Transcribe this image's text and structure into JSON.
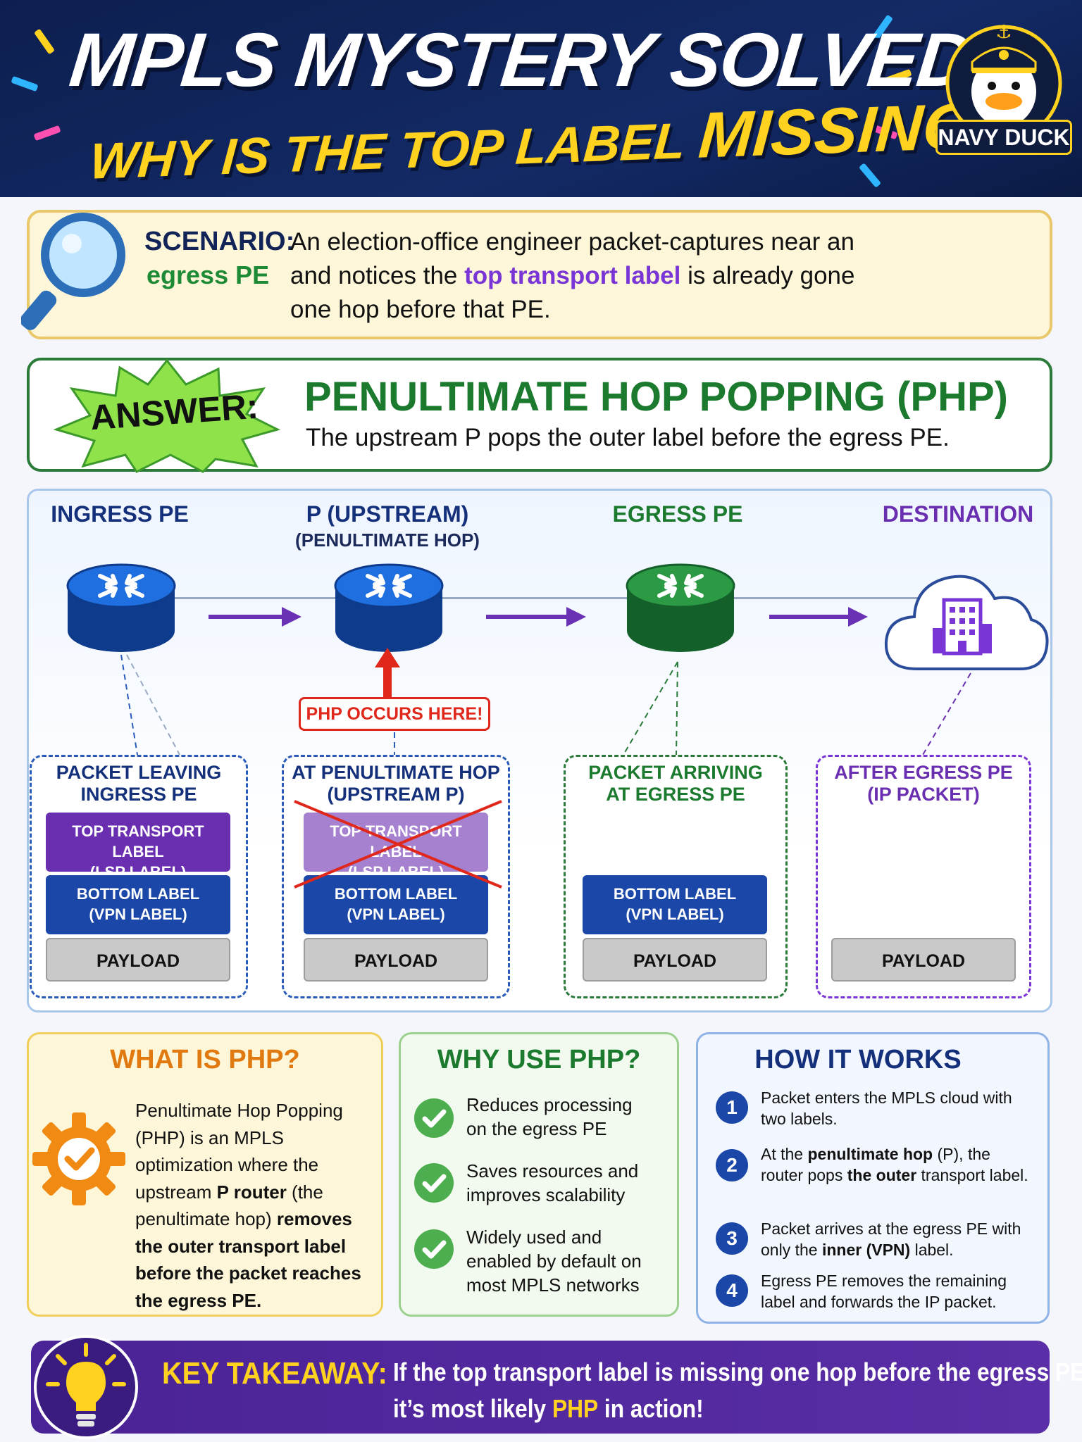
{
  "header": {
    "title_line1": "MPLS MYSTERY SOLVED!",
    "title_line2_a": "WHY IS THE TOP LABEL ",
    "title_line2_b": "MISSING?",
    "logo_text": "NAVY DUCK",
    "logo_icon": "duck-captain-icon"
  },
  "scenario": {
    "label": "SCENARIO:",
    "label2": "egress PE",
    "line1": "An election-office engineer packet-captures near an",
    "line2_a": "and notices the ",
    "line2_hl": "top transport label",
    "line2_b": " is already gone",
    "line3": "one hop before that PE.",
    "icon": "magnifier-icon"
  },
  "answer": {
    "label": "ANSWER:",
    "title": "PENULTIMATE HOP POPPING (PHP)",
    "desc": "The upstream P pops the outer label before the egress PE."
  },
  "diagram": {
    "nodes": [
      {
        "title": "INGRESS PE",
        "sub": "",
        "color": "#14307a"
      },
      {
        "title": "P (UPSTREAM)",
        "sub": "(PENULTIMATE HOP)",
        "color": "#14307a"
      },
      {
        "title": "EGRESS PE",
        "sub": "",
        "color": "#1b7a2e"
      },
      {
        "title": "DESTINATION",
        "sub": "",
        "color": "#6a2fb0"
      }
    ],
    "php_callout": "PHP OCCURS HERE!",
    "packets": [
      {
        "title1": "PACKET LEAVING",
        "title2": "INGRESS PE",
        "top": "TOP TRANSPORT LABEL",
        "top2": "(LSP LABEL)",
        "bottom": "BOTTOM LABEL",
        "bottom2": "(VPN LABEL)",
        "payload": "PAYLOAD"
      },
      {
        "title1": "AT PENULTIMATE HOP",
        "title2": "(UPSTREAM P)",
        "top": "TOP TRANSPORT LABEL",
        "top2": "(LSP LABEL)",
        "bottom": "BOTTOM LABEL",
        "bottom2": "(VPN LABEL)",
        "payload": "PAYLOAD"
      },
      {
        "title1": "PACKET ARRIVING",
        "title2": "AT EGRESS PE",
        "bottom": "BOTTOM LABEL",
        "bottom2": "(VPN LABEL)",
        "payload": "PAYLOAD"
      },
      {
        "title1": "AFTER EGRESS PE",
        "title2": "(IP PACKET)",
        "payload": "PAYLOAD"
      }
    ],
    "colors": {
      "blue": "#1a47a8",
      "purple": "#6a2fb0",
      "green": "#1b7a2e",
      "red": "#e0271b"
    }
  },
  "what": {
    "title": "WHAT IS PHP?",
    "t1": "Penultimate Hop Popping (PHP) is an MPLS optimization where the upstream ",
    "t2": "P router",
    "t3": " (the penultimate hop) ",
    "t4": "removes the outer transport label before the packet reaches the egress PE.",
    "icon": "gear-check-icon"
  },
  "why": {
    "title": "WHY USE PHP?",
    "items": [
      "Reduces processing on the egress PE",
      "Saves resources and improves scalability",
      "Widely used and enabled by default on most MPLS networks"
    ]
  },
  "how": {
    "title": "HOW IT WORKS",
    "s1": "Packet enters the MPLS cloud with two labels.",
    "s2a": "At the ",
    "s2b": "penultimate hop",
    "s2c": " (P), the router pops ",
    "s2d": "the outer",
    "s2e": " transport label.",
    "s3a": "Packet arrives at the egress PE with only the ",
    "s3b": "inner (VPN)",
    "s3c": " label.",
    "s4": "Egress PE removes the remaining label and forwards the IP packet.",
    "nums": [
      "1",
      "2",
      "3",
      "4"
    ]
  },
  "takeaway": {
    "label": "KEY TAKEAWAY:",
    "line1": "If the top transport label is missing one hop before the egress PE,",
    "line2_a": "it’s most likely ",
    "line2_php": "PHP",
    "line2_b": " in action!",
    "icon": "lightbulb-icon"
  }
}
